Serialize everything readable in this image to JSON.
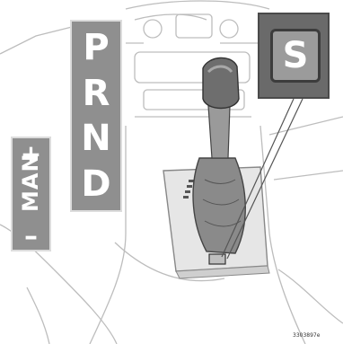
{
  "gear_positions": [
    "P",
    "R",
    "N",
    "D"
  ],
  "manual_mode": {
    "plus": "+",
    "label": "MAN",
    "minus": "–"
  },
  "sport_button": {
    "label": "S"
  },
  "image_code": "3303897e"
}
